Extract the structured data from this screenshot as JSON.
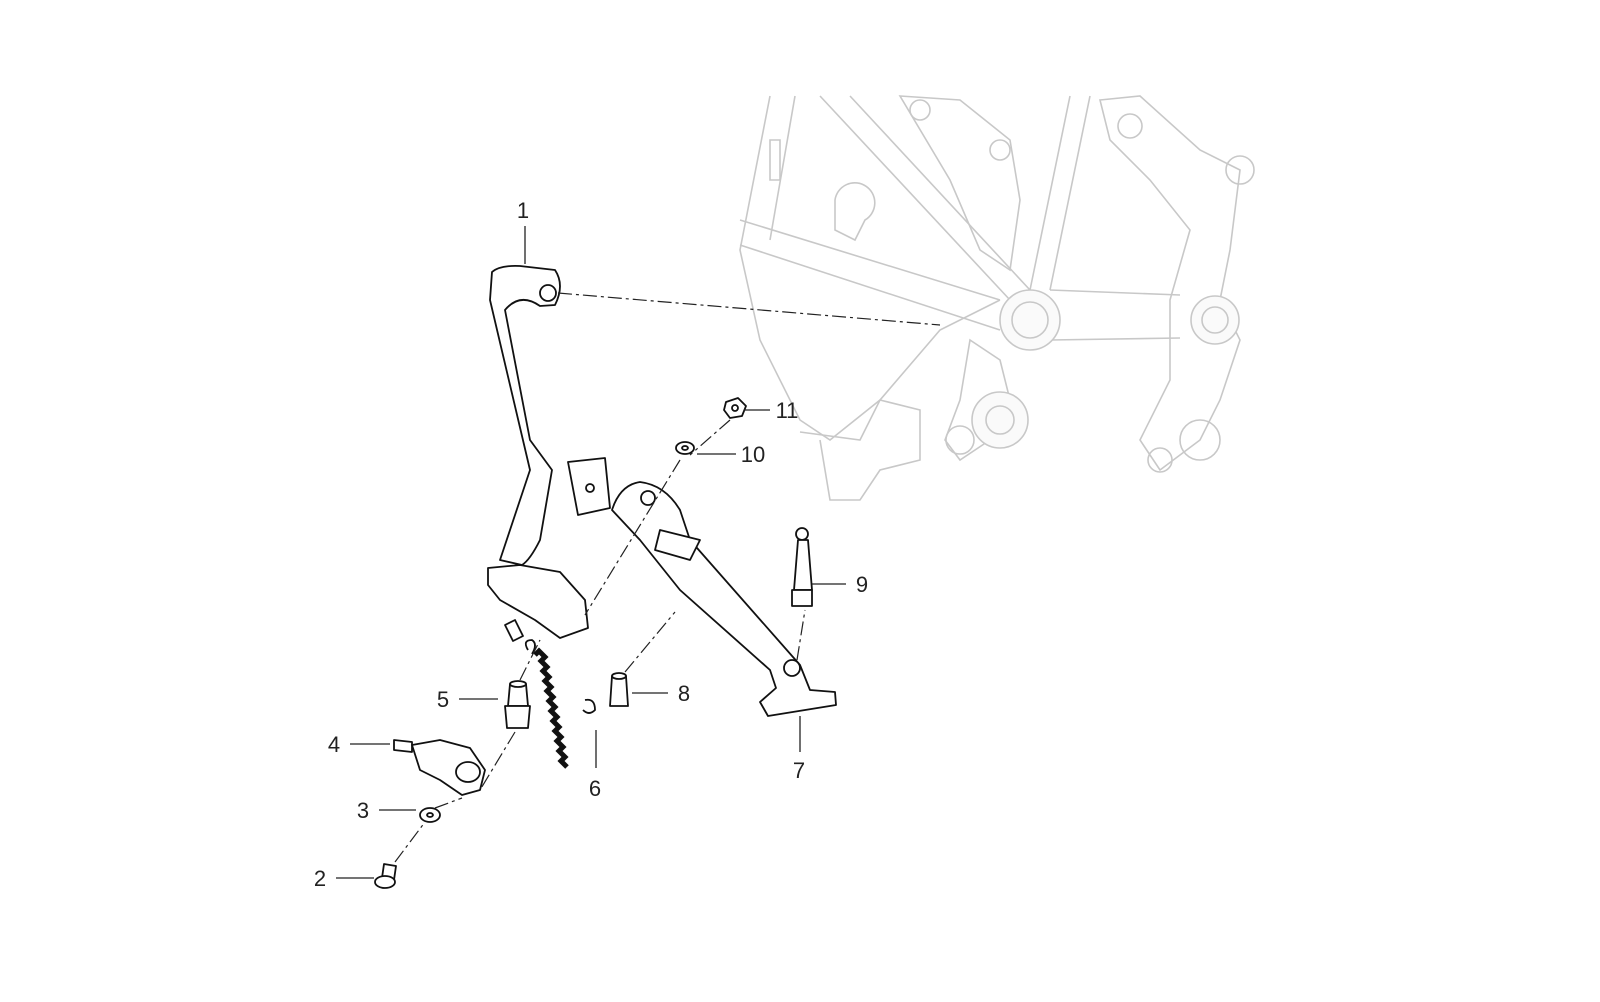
{
  "diagram": {
    "title": "Side stand exploded view",
    "colors": {
      "part_stroke": "#111111",
      "frame_stroke": "#c8c8c8",
      "label": "#222222"
    },
    "callouts": [
      {
        "id": "1",
        "label": "1"
      },
      {
        "id": "2",
        "label": "2"
      },
      {
        "id": "3",
        "label": "3"
      },
      {
        "id": "4",
        "label": "4"
      },
      {
        "id": "5",
        "label": "5"
      },
      {
        "id": "6",
        "label": "6"
      },
      {
        "id": "7",
        "label": "7"
      },
      {
        "id": "8",
        "label": "8"
      },
      {
        "id": "9",
        "label": "9"
      },
      {
        "id": "10",
        "label": "10"
      },
      {
        "id": "11",
        "label": "11"
      }
    ]
  }
}
